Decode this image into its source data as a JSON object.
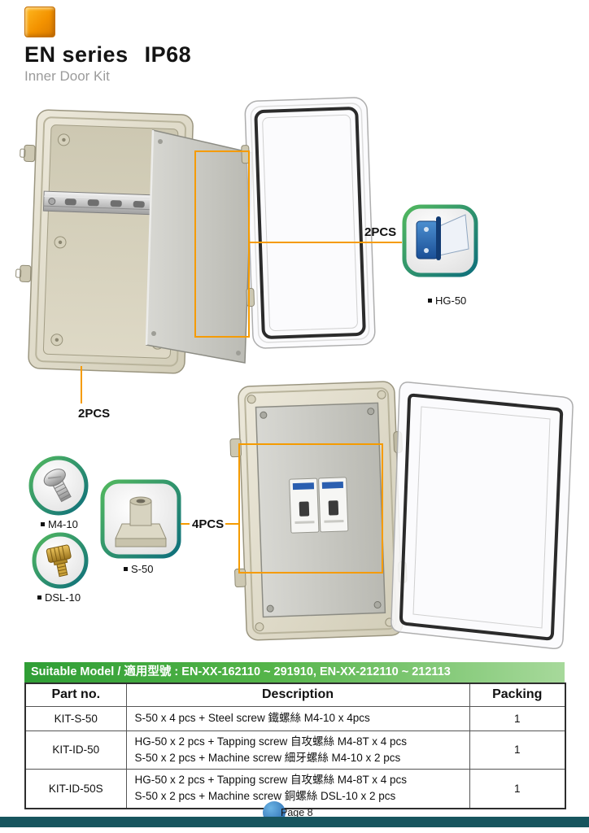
{
  "header": {
    "series": "EN series",
    "rating": "IP68",
    "subtitle": "Inner Door Kit"
  },
  "callouts": {
    "hinge_qty": "2PCS",
    "hinge_part": "HG-50",
    "screws_qty": "2PCS",
    "standoff_qty": "4PCS",
    "screw_part": "M4-10",
    "standoff_part": "S-50",
    "thumbscrew_part": "DSL-10"
  },
  "colors": {
    "callout_orange": "#f59b00",
    "model_bar_green": "#2f9e35",
    "footer_teal": "#17555e"
  },
  "table": {
    "suitable_model": "Suitable Model / 適用型號  : EN-XX-162110 ~ 291910, EN-XX-212110 ~ 212113",
    "headers": {
      "part": "Part no.",
      "description": "Description",
      "packing": "Packing"
    },
    "rows": [
      {
        "part": "KIT-S-50",
        "lines": [
          "S-50 x 4 pcs + Steel screw 鐵螺絲 M4-10 x 4pcs"
        ],
        "packing": "1"
      },
      {
        "part": "KIT-ID-50",
        "lines": [
          "HG-50 x 2 pcs + Tapping screw 自攻螺絲 M4-8T x 4 pcs",
          "S-50 x 2 pcs + Machine screw 細牙螺絲 M4-10 x 2 pcs"
        ],
        "packing": "1"
      },
      {
        "part": "KIT-ID-50S",
        "lines": [
          "HG-50 x 2 pcs + Tapping screw 自攻螺絲 M4-8T x 4 pcs",
          "S-50 x 2 pcs + Machine screw 銅螺絲 DSL-10 x 2 pcs"
        ],
        "packing": "1"
      }
    ]
  },
  "footer": {
    "page": "Page 8"
  }
}
